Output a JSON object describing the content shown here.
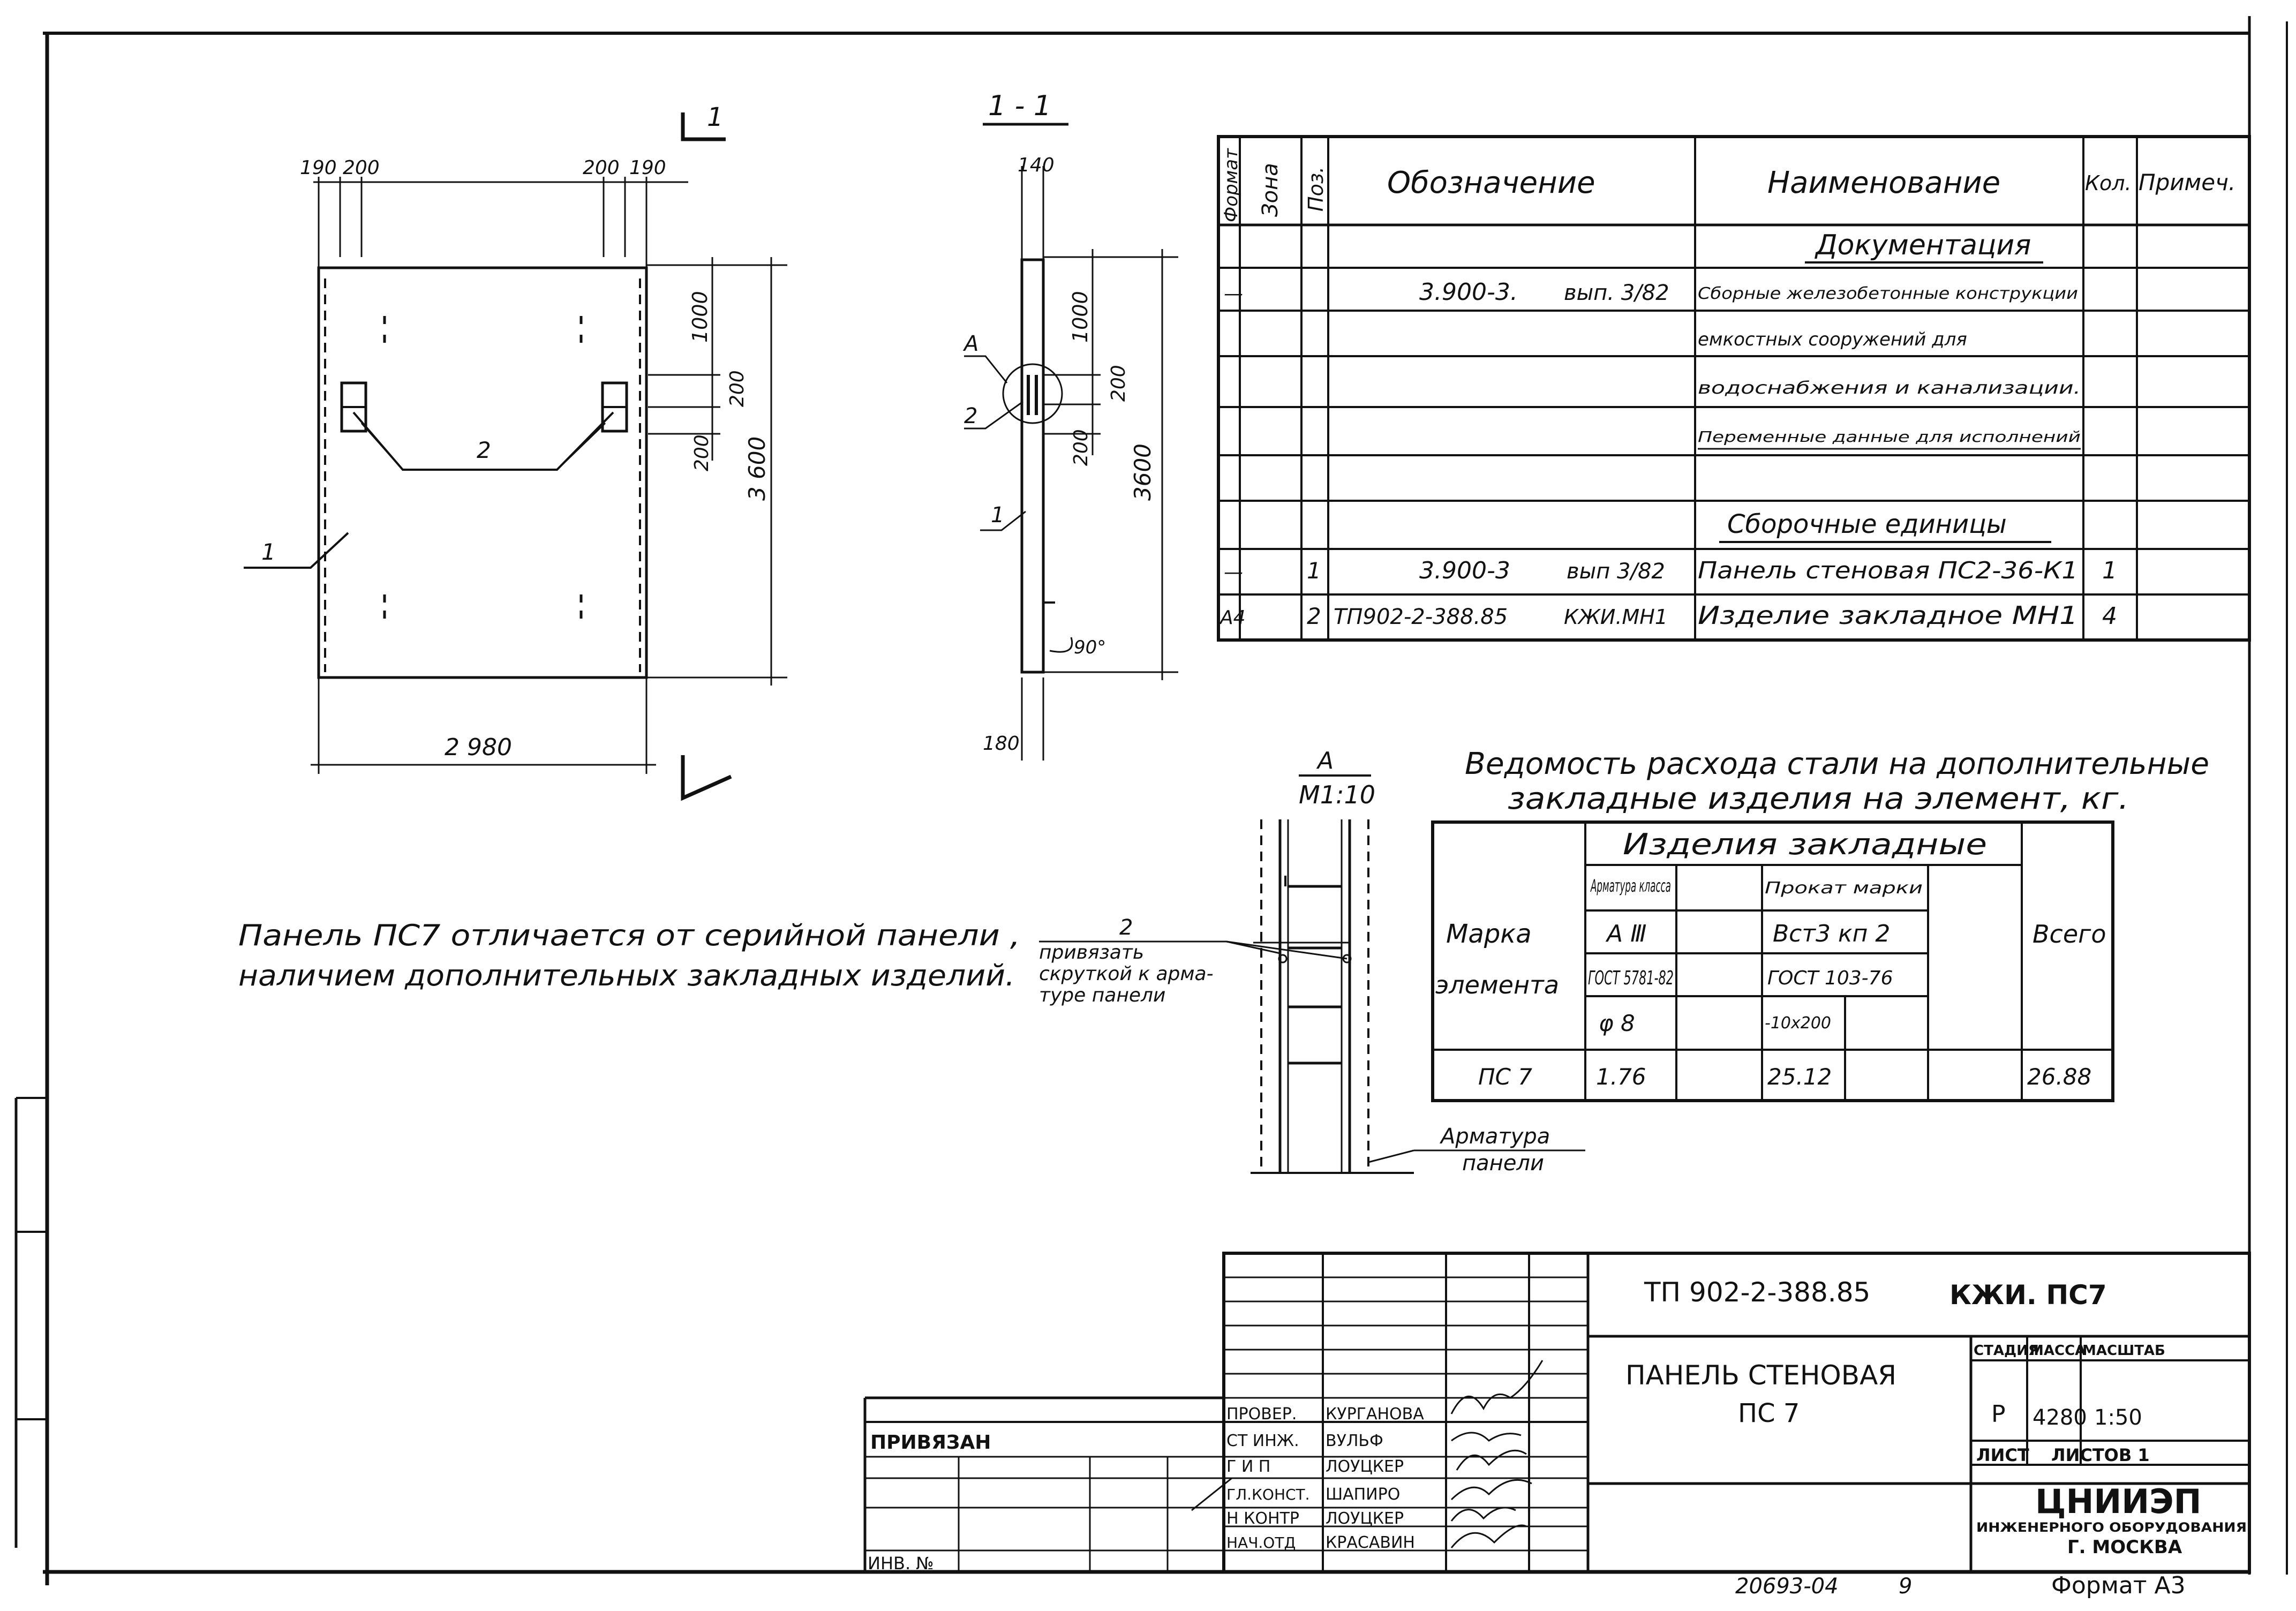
{
  "panel_front": {
    "section_mark": "1",
    "dims_top": [
      "190",
      "200",
      "200",
      "190"
    ],
    "dim_1000": "1000",
    "dim_200a": "200",
    "dim_200b": "200",
    "dim_3600": "3 600",
    "dim_2980": "2 980",
    "pos1": "1",
    "pos2": "2"
  },
  "section": {
    "title": "1 - 1",
    "dim_140": "140",
    "dim_1000": "1000",
    "dim_200a": "200",
    "dim_200b": "200",
    "dim_3600": "3600",
    "dim_180": "180",
    "angle": "90°",
    "callout_a": "А",
    "pos2": "2",
    "pos1": "1"
  },
  "detail": {
    "title": "А",
    "scale": "М1:10",
    "pos2": "2",
    "note": [
      "привязать",
      "скруткой к арма-",
      "туре панели"
    ],
    "rebar_label": [
      "Арматура",
      "панели"
    ]
  },
  "note_text": [
    "Панель ПС7 отличается от серийной панели ,",
    "наличием дополнительных закладных изделий."
  ],
  "spec": {
    "headers": {
      "format": "Формат",
      "zone": "Зона",
      "pos": "Поз.",
      "designation": "Обозначение",
      "name": "Наименование",
      "qty": "Кол.",
      "note": "Примеч."
    },
    "section_docs": "Документация",
    "rows_docs": [
      {
        "fmt": "—",
        "des": "3.900-3.",
        "des2": "вып. 3/82",
        "name": "Сборные железобетонные конструкции"
      },
      {
        "fmt": "",
        "des": "",
        "des2": "",
        "name": "емкостных сооружений для"
      },
      {
        "fmt": "",
        "des": "",
        "des2": "",
        "name": "водоснабжения и канализации."
      },
      {
        "fmt": "",
        "des": "",
        "des2": "",
        "name": "Переменные данные для исполнений"
      }
    ],
    "section_units": "Сборочные единицы",
    "rows_units": [
      {
        "fmt": "—",
        "pos": "1",
        "des": "3.900-3",
        "des2": "вып 3/82",
        "name": "Панель стеновая ПС2-36-К1",
        "qty": "1"
      },
      {
        "fmt": "А4",
        "pos": "2",
        "des": "ТП902-2-388.85",
        "des2": "КЖИ.МН1",
        "name": "Изделие закладное МН1",
        "qty": "4"
      }
    ]
  },
  "steel": {
    "title1": "Ведомость расхода стали на дополнительные",
    "title2": "закладные изделия на элемент, кг.",
    "mark1": "Марка",
    "mark2": "элемента",
    "group": "Изделия закладные",
    "rebar_class": "Арматура класса",
    "rolled": "Прокат марки",
    "a3": "А Ⅲ",
    "vst": "Вст3 кп 2",
    "gost1": "ГОСТ 5781-82",
    "gost2": "ГОСТ 103-76",
    "phi": "φ 8",
    "strip": "-10х200",
    "total": "Всего",
    "row": {
      "mark": "ПС 7",
      "v1": "1.76",
      "v2": "25.12",
      "sum": "26.88"
    }
  },
  "titleblock": {
    "code": "ТП 902-2-388.85",
    "code2": "КЖИ. ПС7",
    "title1": "ПАНЕЛЬ СТЕНОВАЯ",
    "title2": "ПС 7",
    "stage_h": "СТАДИЯ",
    "mass_h": "МАССА",
    "scale_h": "МАСШТАБ",
    "stage": "Р",
    "mass": "4280",
    "scale": "1:50",
    "sheet": "ЛИСТ",
    "sheets": "ЛИСТОВ 1",
    "org1": "ЦНИИЭП",
    "org2": "ИНЖЕНЕРНОГО ОБОРУДОВАНИЯ",
    "org3": "Г. МОСКВА",
    "bound": "ПРИВЯЗАН",
    "inv": "ИНВ. №",
    "roles": [
      "ПРОВЕР.",
      "СТ ИНЖ.",
      "Г И П",
      "ГЛ.КОНСТ.",
      "Н КОНТР",
      "НАЧ.ОТД"
    ],
    "names": [
      "КУРГАНОВА",
      "ВУЛЬФ",
      "ЛОУЦКЕР",
      "ШАПИРО",
      "ЛОУЦКЕР",
      "КРАСАВИН"
    ],
    "bottom_num": "20693-04",
    "bottom_sheet": "9",
    "format": "Формат А3"
  }
}
